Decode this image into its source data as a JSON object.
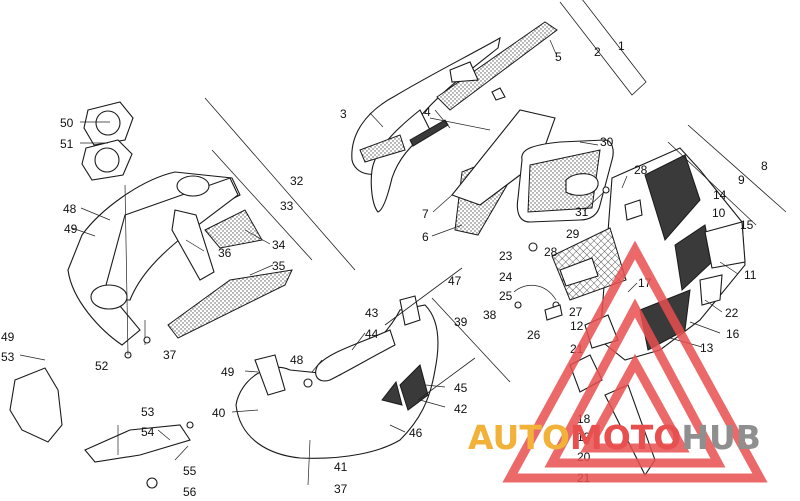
{
  "callouts": [
    {
      "id": "c1",
      "text": "1"
    },
    {
      "id": "c2",
      "text": "2"
    },
    {
      "id": "c3",
      "text": "3"
    },
    {
      "id": "c4",
      "text": "4"
    },
    {
      "id": "c5",
      "text": "5"
    },
    {
      "id": "c6",
      "text": "6"
    },
    {
      "id": "c7",
      "text": "7"
    },
    {
      "id": "c8",
      "text": "8"
    },
    {
      "id": "c9",
      "text": "9"
    },
    {
      "id": "c10",
      "text": "10"
    },
    {
      "id": "c11",
      "text": "11"
    },
    {
      "id": "c12",
      "text": "12"
    },
    {
      "id": "c13",
      "text": "13"
    },
    {
      "id": "c14",
      "text": "14"
    },
    {
      "id": "c15",
      "text": "15"
    },
    {
      "id": "c16",
      "text": "16"
    },
    {
      "id": "c17",
      "text": "17"
    },
    {
      "id": "c18",
      "text": "18"
    },
    {
      "id": "c19",
      "text": "19"
    },
    {
      "id": "c20",
      "text": "20"
    },
    {
      "id": "c21a",
      "text": "21"
    },
    {
      "id": "c21b",
      "text": "21"
    },
    {
      "id": "c22",
      "text": "22"
    },
    {
      "id": "c23",
      "text": "23"
    },
    {
      "id": "c24",
      "text": "24"
    },
    {
      "id": "c25",
      "text": "25"
    },
    {
      "id": "c26",
      "text": "26"
    },
    {
      "id": "c27",
      "text": "27"
    },
    {
      "id": "c28a",
      "text": "28"
    },
    {
      "id": "c28b",
      "text": "28"
    },
    {
      "id": "c29",
      "text": "29"
    },
    {
      "id": "c30",
      "text": "30"
    },
    {
      "id": "c31",
      "text": "31"
    },
    {
      "id": "c32",
      "text": "32"
    },
    {
      "id": "c33",
      "text": "33"
    },
    {
      "id": "c34",
      "text": "34"
    },
    {
      "id": "c35",
      "text": "35"
    },
    {
      "id": "c36",
      "text": "36"
    },
    {
      "id": "c37a",
      "text": "37"
    },
    {
      "id": "c37b",
      "text": "37"
    },
    {
      "id": "c38",
      "text": "38"
    },
    {
      "id": "c39",
      "text": "39"
    },
    {
      "id": "c40",
      "text": "40"
    },
    {
      "id": "c41",
      "text": "41"
    },
    {
      "id": "c42",
      "text": "42"
    },
    {
      "id": "c43",
      "text": "43"
    },
    {
      "id": "c44",
      "text": "44"
    },
    {
      "id": "c45",
      "text": "45"
    },
    {
      "id": "c46",
      "text": "46"
    },
    {
      "id": "c47",
      "text": "47"
    },
    {
      "id": "c48a",
      "text": "48"
    },
    {
      "id": "c48b",
      "text": "48"
    },
    {
      "id": "c49a",
      "text": "49"
    },
    {
      "id": "c49b",
      "text": "49"
    },
    {
      "id": "c49c",
      "text": "49"
    },
    {
      "id": "c50",
      "text": "50"
    },
    {
      "id": "c51",
      "text": "51"
    },
    {
      "id": "c52",
      "text": "52"
    },
    {
      "id": "c53a",
      "text": "53"
    },
    {
      "id": "c53b",
      "text": "53"
    },
    {
      "id": "c54",
      "text": "54"
    },
    {
      "id": "c55",
      "text": "55"
    },
    {
      "id": "c56",
      "text": "56"
    }
  ],
  "watermark": {
    "part1": "AUTO",
    "part2": "MOTO",
    "part3": "HUB",
    "colors": {
      "auto": "#f2b23a",
      "moto": "#e84f4f",
      "hub": "#8f8f8f",
      "triangle": "#e84f4f"
    }
  }
}
